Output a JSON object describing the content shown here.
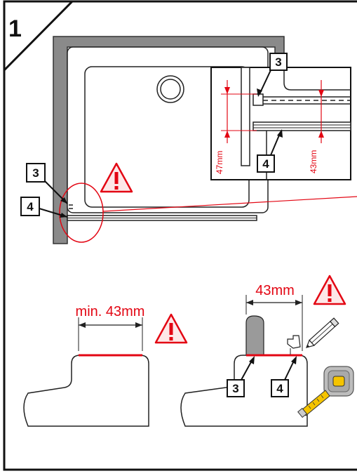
{
  "step_number": "1",
  "callouts": {
    "part_3": "3",
    "part_4": "4"
  },
  "measurements": {
    "inset_left": "47mm",
    "inset_right": "43mm",
    "bottom_left": "min. 43mm",
    "bottom_right": "43mm"
  },
  "icons": [
    "warning-triangle-icon",
    "pencil-icon",
    "tape-measure-icon",
    "drain-icon"
  ],
  "colors": {
    "accent_red": "#e30613",
    "line_dark": "#222222",
    "wall_gray": "#8a8a8a",
    "tape_yellow": "#f5c400"
  }
}
